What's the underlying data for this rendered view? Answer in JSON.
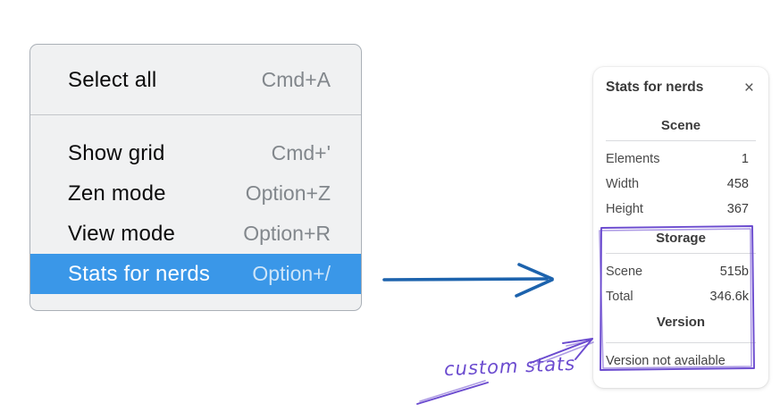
{
  "context_menu": {
    "sections": [
      {
        "items": [
          {
            "label": "Select all",
            "shortcut": "Cmd+A",
            "highlighted": false
          }
        ]
      },
      {
        "items": [
          {
            "label": "Show grid",
            "shortcut": "Cmd+'",
            "highlighted": false
          },
          {
            "label": "Zen mode",
            "shortcut": "Option+Z",
            "highlighted": false
          },
          {
            "label": "View mode",
            "shortcut": "Option+R",
            "highlighted": false
          },
          {
            "label": "Stats for nerds",
            "shortcut": "Option+/",
            "highlighted": true
          }
        ]
      }
    ]
  },
  "stats_panel": {
    "title": "Stats for nerds",
    "close_icon": "×",
    "sections": [
      {
        "heading": "Scene",
        "rows": [
          [
            "Elements",
            "1"
          ],
          [
            "Width",
            "458"
          ],
          [
            "Height",
            "367"
          ]
        ]
      },
      {
        "heading": "Storage",
        "rows": [
          [
            "Scene",
            "515b"
          ],
          [
            "Total",
            "346.6k"
          ]
        ]
      },
      {
        "heading": "Version",
        "rows": [],
        "note": "Version not available"
      }
    ]
  },
  "annotation": {
    "label": "custom stats"
  },
  "colors": {
    "menu_bg": "#f0f1f2",
    "menu_highlight": "#3a97e8",
    "arrow_blue": "#1d63ad",
    "annotation_purple": "#6b4bcf"
  }
}
